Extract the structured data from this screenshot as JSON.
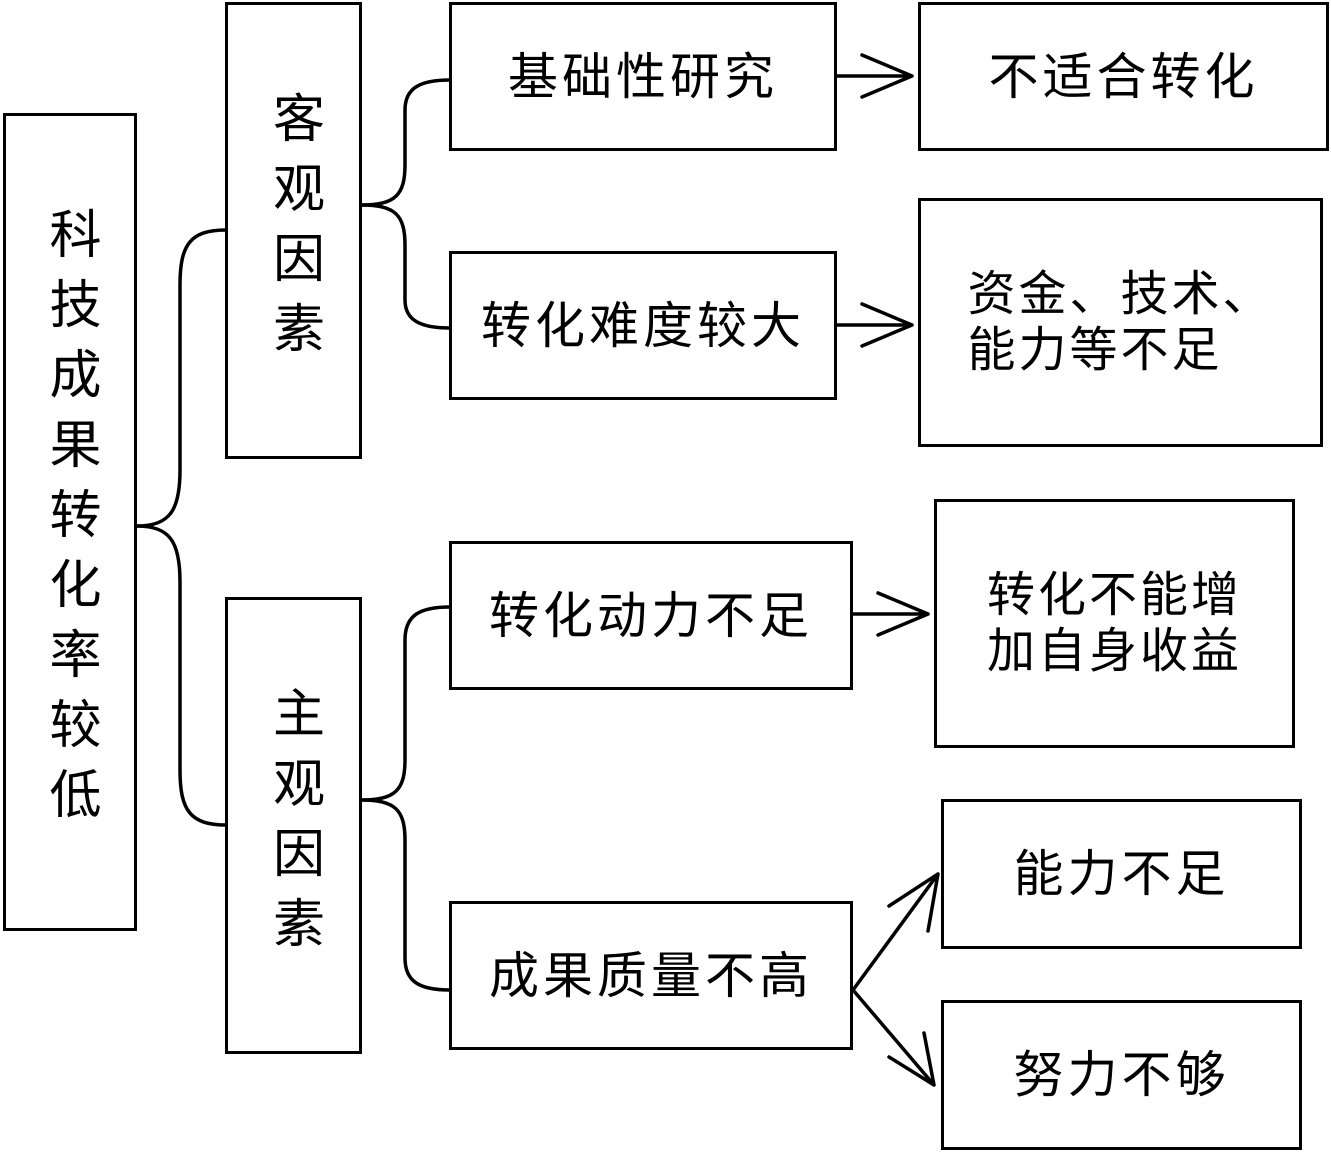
{
  "root": {
    "label": "科技成果转化率较低"
  },
  "groups": [
    {
      "label": "客观因素",
      "causes": [
        {
          "label": "基础性研究",
          "results": [
            "不适合转化"
          ]
        },
        {
          "label": "转化难度较大",
          "results": [
            {
              "line1": "资金、技术、",
              "line2": "能力等不足"
            }
          ]
        }
      ]
    },
    {
      "label": "主观因素",
      "causes": [
        {
          "label": "转化动力不足",
          "results": [
            {
              "line1": "转化不能增",
              "line2": "加自身收益"
            }
          ]
        },
        {
          "label": "成果质量不高",
          "results": [
            "能力不足",
            "努力不够"
          ]
        }
      ]
    }
  ]
}
